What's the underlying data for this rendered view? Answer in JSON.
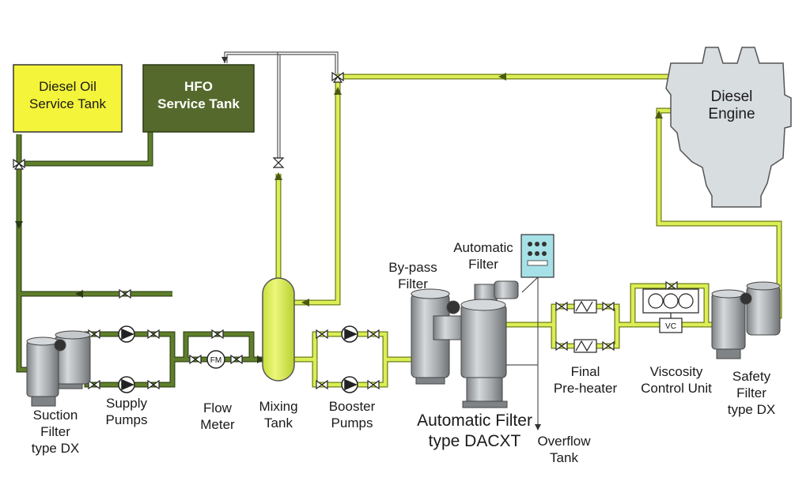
{
  "tanks": {
    "diesel_oil": {
      "line1": "Diesel Oil",
      "line2": "Service Tank"
    },
    "hfo": {
      "line1": "HFO",
      "line2": "Service Tank"
    }
  },
  "engine": {
    "line1": "Diesel",
    "line2": "Engine"
  },
  "labels": {
    "suction_filter": {
      "line1": "Suction",
      "line2": "Filter",
      "line3": "type DX"
    },
    "supply_pumps": {
      "line1": "Supply",
      "line2": "Pumps"
    },
    "flow_meter": {
      "line1": "Flow",
      "line2": "Meter"
    },
    "mixing_tank": {
      "line1": "Mixing",
      "line2": "Tank"
    },
    "booster_pumps": {
      "line1": "Booster",
      "line2": "Pumps"
    },
    "automatic_filter_dacxt": {
      "line1": "Automatic Filter",
      "line2": "type DACXT"
    },
    "bypass_filter": {
      "line1": "By-pass",
      "line2": "Filter"
    },
    "automatic_filter_panel": {
      "line1": "Automatic",
      "line2": "Filter"
    },
    "overflow_tank": {
      "line1": "Overflow",
      "line2": "Tank"
    },
    "final_preheater": {
      "line1": "Final",
      "line2": "Pre-heater"
    },
    "viscosity_control": {
      "line1": "Viscosity",
      "line2": "Control Unit"
    },
    "safety_filter": {
      "line1": "Safety",
      "line2": "Filter",
      "line3": "type DX"
    }
  },
  "instruments": {
    "flow_meter_tag": "FM",
    "viscosity_tag": "VC"
  },
  "colors": {
    "diesel_tank": "#f4f43a",
    "hfo_tank": "#55692c",
    "dark_pipe": "#4e6a22",
    "light_pipe": "#d4e84a",
    "engine": "#d8dde0",
    "equipment": "#a9adb0"
  }
}
